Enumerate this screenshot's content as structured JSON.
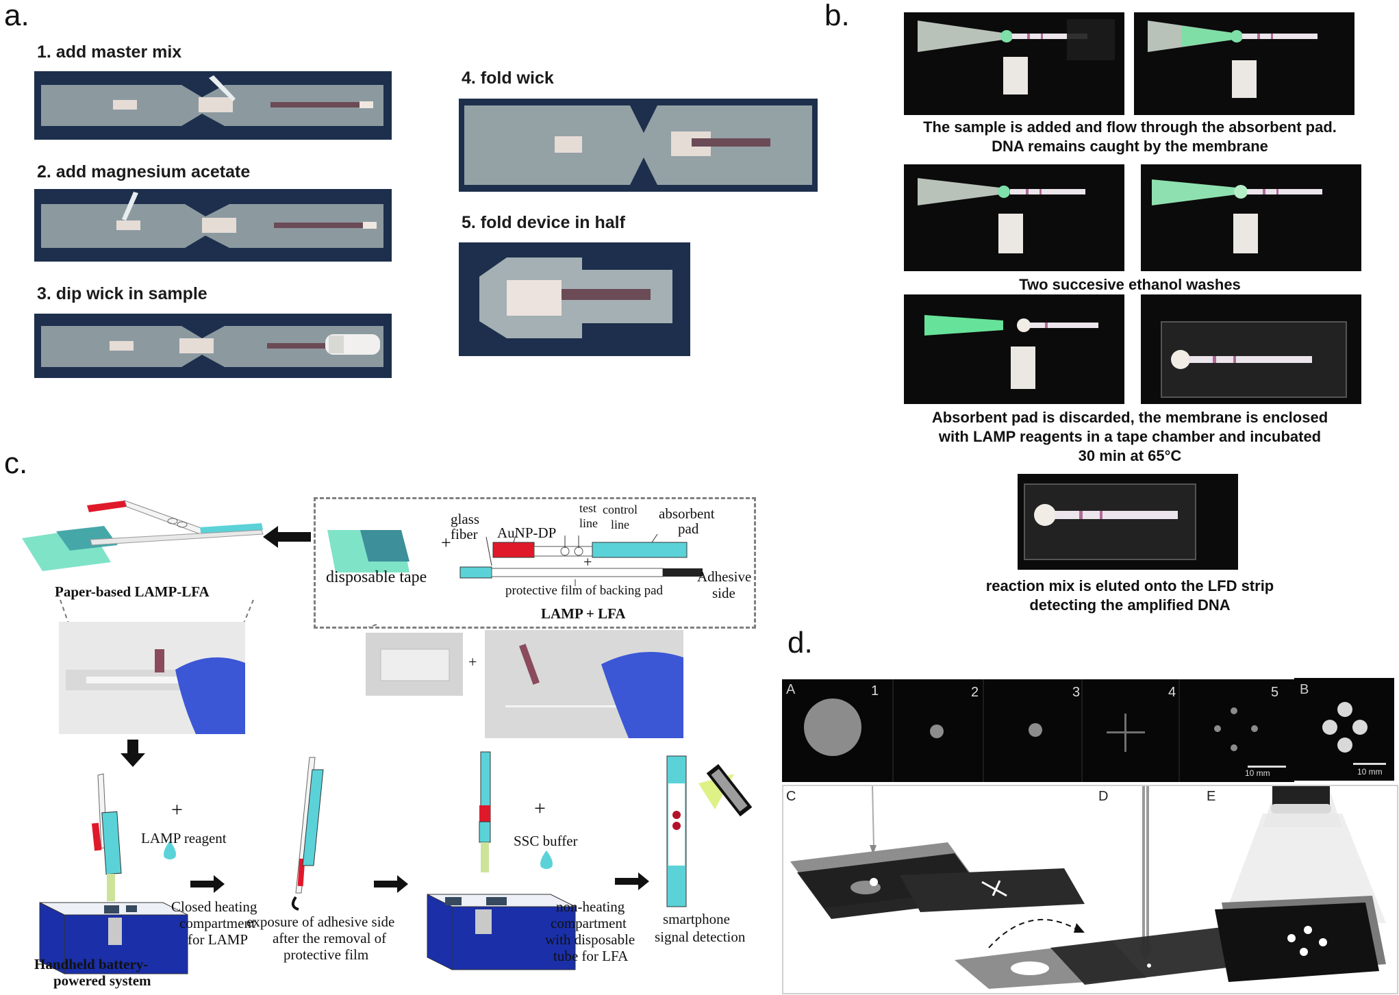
{
  "panels": {
    "a": {
      "letter": "a.",
      "steps": [
        {
          "label": "1. add master mix"
        },
        {
          "label": "2. add magnesium acetate"
        },
        {
          "label": "3. dip wick in sample"
        },
        {
          "label": "4. fold wick"
        },
        {
          "label": "5. fold device in half"
        }
      ]
    },
    "b": {
      "letter": "b.",
      "captions": [
        {
          "line1": "The sample is added and flow through the absorbent pad.",
          "line2": "DNA remains caught by the membrane"
        },
        {
          "line1": "Two succesive ethanol washes"
        },
        {
          "line1": "Absorbent pad is discarded, the membrane is enclosed",
          "line2": "with LAMP reagents in a tape chamber and incubated",
          "line3": "30 min at 65°C"
        },
        {
          "line1": "reaction mix is eluted onto the LFD strip",
          "line2": "detecting the amplified DNA"
        }
      ]
    },
    "c": {
      "letter": "c.",
      "paper_title": "Paper-based LAMP-LFA",
      "disposable_tape": "disposable tape",
      "glass": "glass",
      "fiber": "fiber",
      "aunp": "AuNP-DP",
      "test_line_1": "test",
      "test_line_2": "line",
      "control_line_1": "control",
      "control_line_2": "line",
      "absorbent_1": "absorbent",
      "absorbent_2": "pad",
      "protective": "protective film of backing pad",
      "adhesive_1": "Adhesive",
      "adhesive_2": "side",
      "lamp_lfa": "LAMP + LFA",
      "plus": "+",
      "lamp_reagent": "LAMP reagent",
      "closed_1": "Closed heating",
      "closed_2": "compartment",
      "closed_3": "for LAMP",
      "handheld_1": "Handheld battery-",
      "handheld_2": "powered system",
      "exposure_1": "exposure of adhesive side",
      "exposure_2": "after the removal of",
      "exposure_3": "protective film",
      "ssc": "SSC buffer",
      "nonheat_1": "non-heating",
      "nonheat_2": "compartment",
      "nonheat_3": "with disposable",
      "nonheat_4": "tube for LFA",
      "smart_1": "smartphone",
      "smart_2": "signal detection"
    },
    "d": {
      "letter": "d.",
      "labels": {
        "A": "A",
        "B": "B",
        "C": "C",
        "D": "D",
        "E": "E"
      },
      "numbers": [
        "1",
        "2",
        "3",
        "4",
        "5"
      ],
      "scale": "10 mm"
    }
  },
  "colors": {
    "cyan": "#5ad2d8",
    "red": "#e0192a",
    "blue_box": "#1a2fa8",
    "glove": "#3b57d6",
    "photo_bg": "#1d2f4c"
  }
}
